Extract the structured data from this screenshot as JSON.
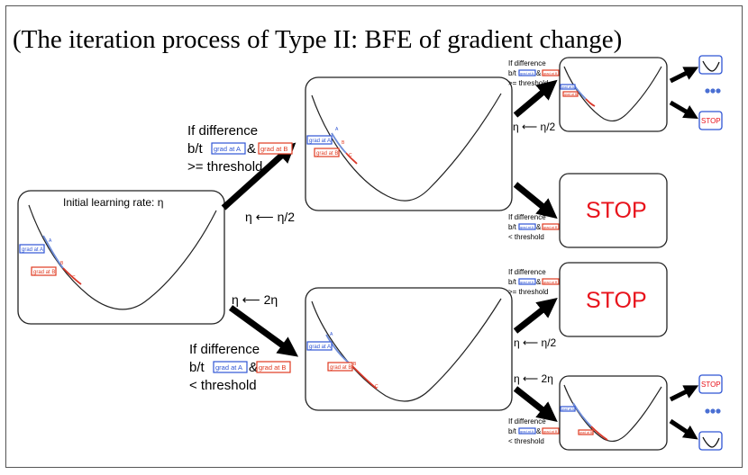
{
  "title": "(The iteration process of Type II: BFE of gradient change)",
  "initial_label": "Initial learning rate: η",
  "labels": {
    "if_difference": "If difference",
    "bt": "b/t",
    "amp": "&",
    "gte_threshold": ">= threshold",
    "lt_threshold": "< threshold",
    "grad_a": "grad at A",
    "grad_b": "grad at B",
    "pt_a": "A",
    "pt_b": "B",
    "pt_c": "C",
    "stop": "STOP"
  },
  "updates": {
    "half": "η ⟵ η/2",
    "double": "η ⟵ 2η"
  },
  "colors": {
    "blue": "#2f55d4",
    "red": "#e03a20",
    "stop_red": "#e8121b"
  },
  "icons": [
    "check-curve-icon",
    "ellipsis-dots-icon",
    "stop-sign-icon"
  ]
}
